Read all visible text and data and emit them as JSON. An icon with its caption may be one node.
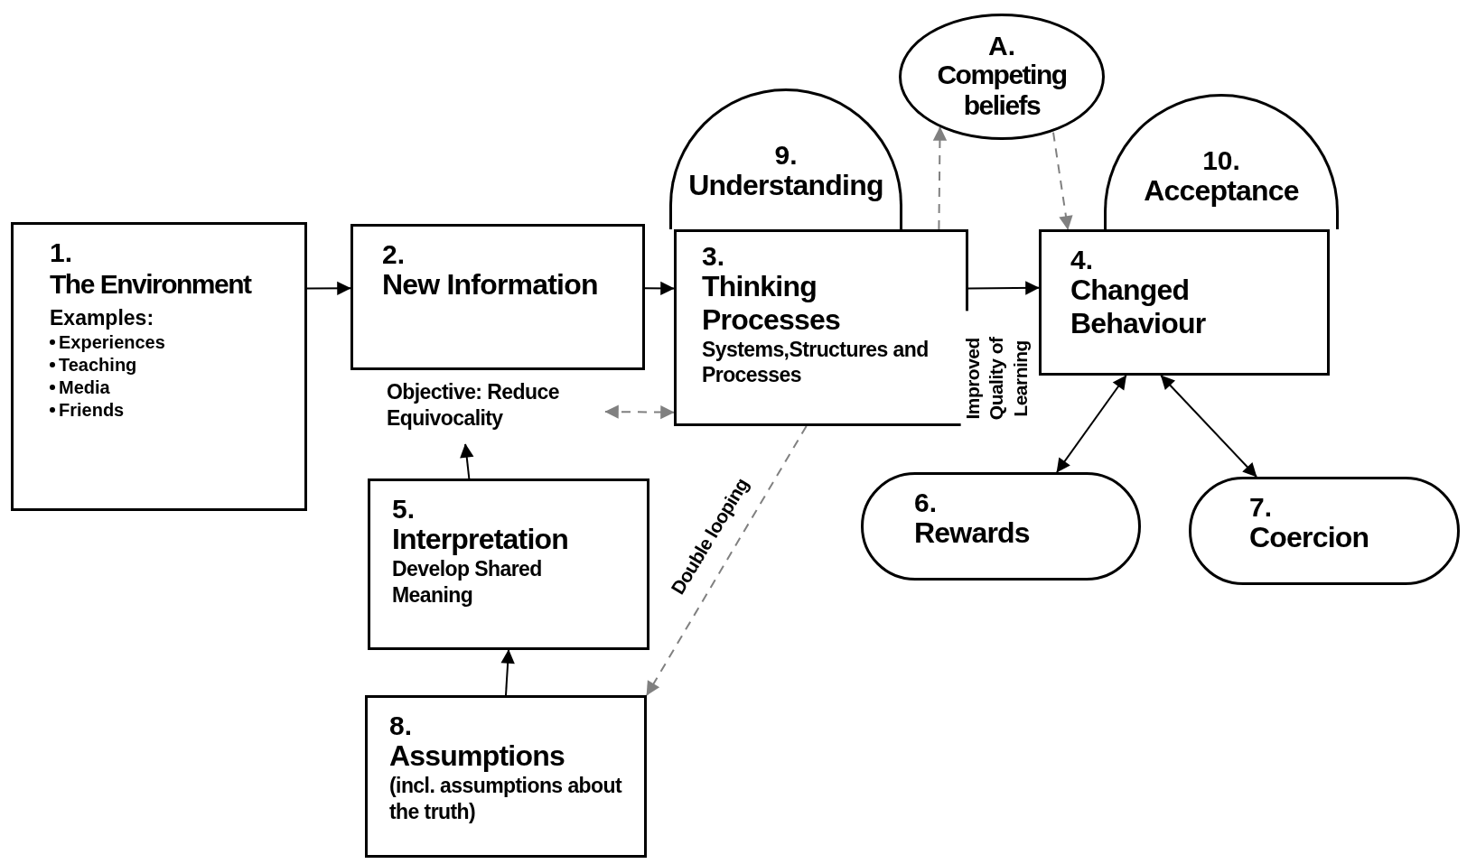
{
  "diagram": {
    "nodes": [
      {
        "text": [
          "1.",
          "The Environment",
          "Examples:",
          "Experiences",
          "Teaching",
          "Media",
          "Friends"
        ]
      },
      {
        "text": [
          "2.",
          "New Information"
        ]
      },
      {
        "text": [
          "Objective: Reduce Equivocality"
        ]
      },
      {
        "text": [
          "3.",
          "Thinking Processes",
          "Systems,Structures and Processes"
        ]
      },
      {
        "text": [
          "4.",
          "Changed Behaviour"
        ]
      },
      {
        "text": [
          "5.",
          "Interpretation",
          "Develop Shared Meaning"
        ]
      },
      {
        "text": [
          "6.",
          "Rewards"
        ]
      },
      {
        "text": [
          "7.",
          "Coercion"
        ]
      },
      {
        "text": [
          "8.",
          "Assumptions",
          "(incl. assumptions about the truth)"
        ]
      },
      {
        "text": [
          "9.",
          "Understanding"
        ]
      },
      {
        "text": [
          "10.",
          "Acceptance"
        ]
      },
      {
        "text": [
          "A.",
          "Competing beliefs"
        ]
      }
    ],
    "edges": [
      {
        "from": 0,
        "to": 1,
        "arrow": "to"
      },
      {
        "from": 1,
        "to": 3,
        "arrow": "to"
      },
      {
        "from": 3,
        "to": 4,
        "arrow": "to",
        "label": "Improved Quality of Learning"
      },
      {
        "from": 5,
        "to": 2,
        "arrow": "to"
      },
      {
        "from": 8,
        "to": 5,
        "arrow": "to"
      },
      {
        "from": 3,
        "to": 8,
        "arrow": "to",
        "label": "Double looping",
        "style": "dashed",
        "color": "#808080"
      },
      {
        "from": 2,
        "to": 3,
        "arrow": "both",
        "style": "dashed",
        "color": "#808080"
      },
      {
        "from": 3,
        "to": 11,
        "arrow": "to",
        "style": "dashed",
        "color": "#808080"
      },
      {
        "from": 11,
        "to": 4,
        "arrow": "to",
        "style": "dashed",
        "color": "#808080"
      },
      {
        "from": 4,
        "to": 6,
        "arrow": "both"
      },
      {
        "from": 4,
        "to": 7,
        "arrow": "both"
      }
    ]
  }
}
